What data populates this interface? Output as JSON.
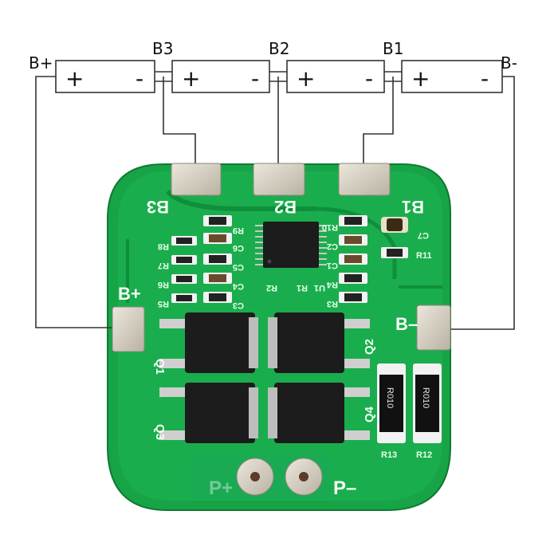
{
  "cells": [
    {
      "plus": "+",
      "minus": "-"
    },
    {
      "plus": "+",
      "minus": "-"
    },
    {
      "plus": "+",
      "minus": "-"
    },
    {
      "plus": "+",
      "minus": "-"
    }
  ],
  "terminals": {
    "b_plus": "B+",
    "b3": "B3",
    "b2": "B2",
    "b1": "B1",
    "b_minus": "B-"
  },
  "board": {
    "pad_b3": "B3",
    "pad_b2": "B2",
    "pad_b1": "B1",
    "pad_b_plus": "B+",
    "pad_b_minus": "B–",
    "p_plus": "P+",
    "p_minus": "P–",
    "q1": "Q1",
    "q2": "Q2",
    "q3": "Q3",
    "q4": "Q4",
    "r13": "R13",
    "r12": "R12",
    "r010_a": "R010",
    "r010_b": "R010",
    "r11": "R11",
    "c7": "C7",
    "r1": "R1",
    "r2": "R2",
    "u1": "U1",
    "left_refs": [
      "R9",
      "R8",
      "R7",
      "R6",
      "R5"
    ],
    "cap_refs": [
      "C6",
      "C5",
      "C4",
      "C3"
    ],
    "right_refs": [
      "R10",
      "C2",
      "C1",
      "R4",
      "R3"
    ]
  },
  "colors": {
    "pcb_green": "#16a34a",
    "pcb_dark": "#0f8a3c",
    "pad_silver": "#d9d4c8",
    "mosfet_black": "#1c1c1c"
  }
}
